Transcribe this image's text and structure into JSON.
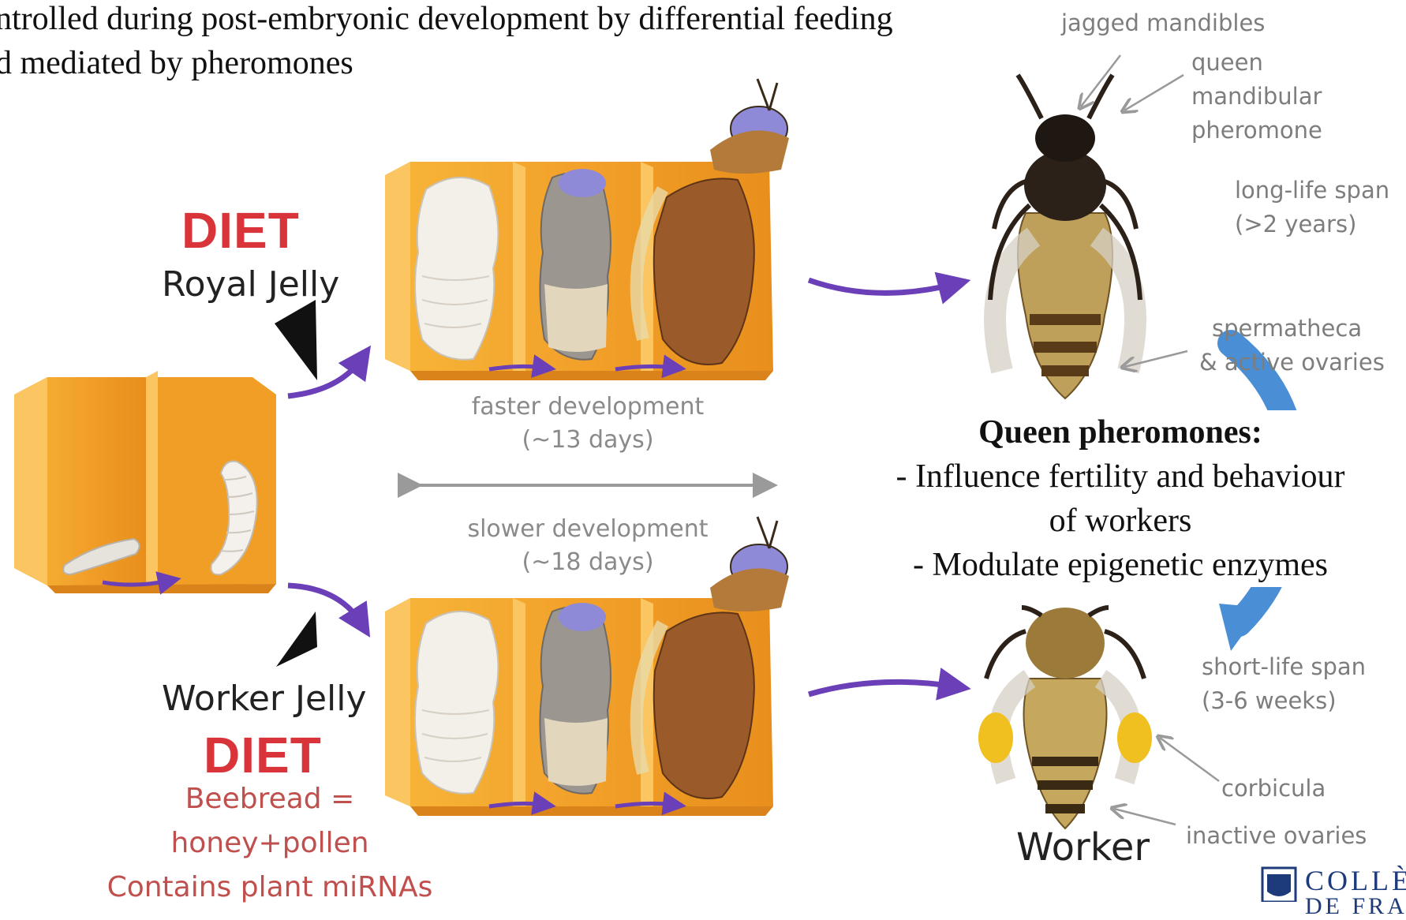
{
  "title": {
    "line1": "ntrolled during post-embryonic development by differential feeding",
    "line2": "d mediated by pheromones"
  },
  "royal": {
    "diet": "DIET",
    "jelly": "Royal Jelly"
  },
  "worker": {
    "jelly": "Worker Jelly",
    "diet": "DIET",
    "note_lines": [
      "Beebread =",
      "honey+pollen",
      "Contains plant miRNAs"
    ]
  },
  "development": {
    "fast_line1": "faster development",
    "fast_line2": "(~13 days)",
    "slow_line1": "slower development",
    "slow_line2": "(~18 days)"
  },
  "queen_labels": {
    "jagged": "jagged mandibles",
    "qmp_lines": [
      "queen",
      "mandibular",
      "pheromone"
    ],
    "lifespan_lines": [
      "long-life span",
      "(>2 years)"
    ],
    "sperm_lines": [
      "spermatheca",
      "& active ovaries"
    ]
  },
  "worker_labels": {
    "lifespan_lines": [
      "short-life span",
      "(3-6 weeks)"
    ],
    "corbicula": "corbicula",
    "ovaries": "inactive ovaries",
    "name": "Worker"
  },
  "pheromone_box": {
    "heading": "Queen pheromones:",
    "line1": "- Influence fertility and behaviour",
    "line2": "of workers",
    "line3": "- Modulate epigenetic enzymes"
  },
  "logo": {
    "line1": "COLLÈG",
    "line2": "DE FRANC"
  },
  "colors": {
    "diet_red": "#d8343a",
    "note_red": "#c0504d",
    "arrow_purple": "#6b3fb8",
    "arrow_blue": "#4a8fd6",
    "comb_orange": "#f2a72b",
    "label_grey": "#8a8a8a"
  }
}
